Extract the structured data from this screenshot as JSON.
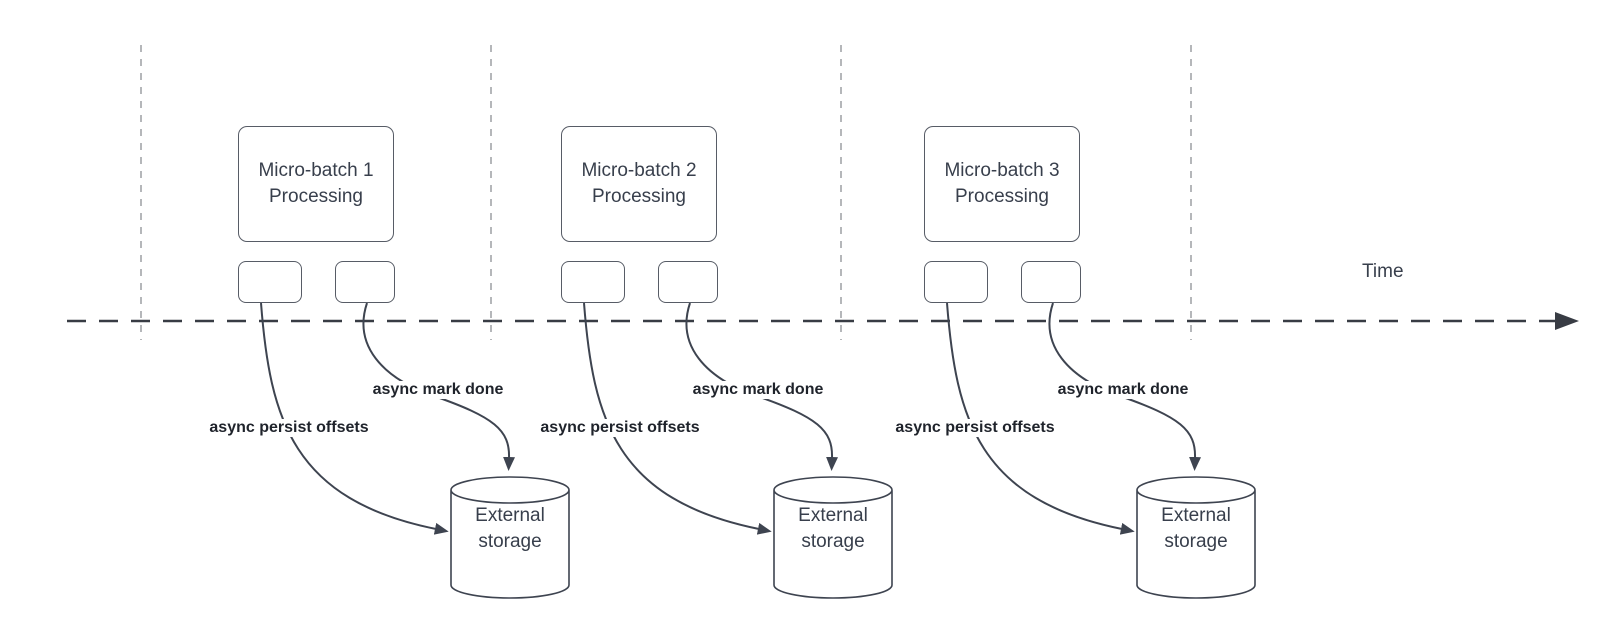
{
  "time_label": "Time",
  "groups": [
    {
      "name": "Micro-batch 1",
      "subtitle": "Processing",
      "persist_label": "async persist offsets",
      "done_label": "async mark done",
      "storage_name": "External",
      "storage_subtitle": "storage"
    },
    {
      "name": "Micro-batch 2",
      "subtitle": "Processing",
      "persist_label": "async persist offsets",
      "done_label": "async mark done",
      "storage_name": "External",
      "storage_subtitle": "storage"
    },
    {
      "name": "Micro-batch 3",
      "subtitle": "Processing",
      "persist_label": "async persist offsets",
      "done_label": "async mark done",
      "storage_name": "External",
      "storage_subtitle": "storage"
    }
  ],
  "colors": {
    "line": "#3e4450",
    "box-border": "#575c66",
    "guide": "#b5b7ba",
    "axis": "#383c44",
    "text": "#383f4c",
    "label": "#1f232b",
    "bg": "#ffffff"
  }
}
